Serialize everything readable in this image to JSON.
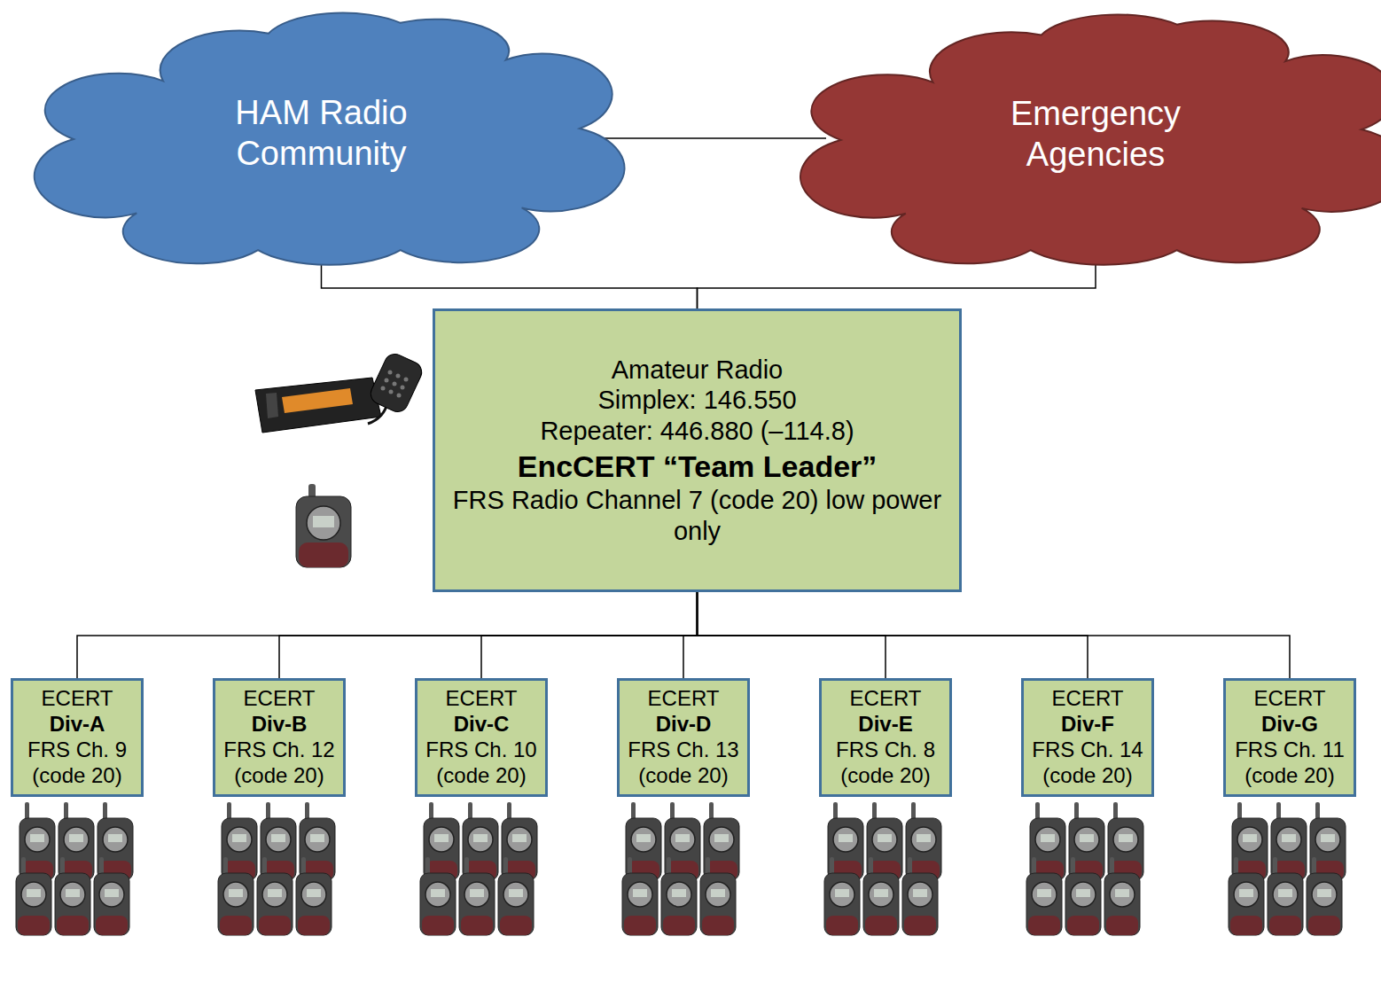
{
  "diagram": {
    "nodes": [
      {
        "text": [
          "HAM Radio Community"
        ]
      },
      {
        "text": [
          "Emergency Agencies"
        ]
      },
      {
        "text": [
          "Amateur Radio",
          "Simplex: 146.550",
          "Repeater: 446.880 (–114.8)",
          "EncCERT “Team Leader”",
          "FRS Radio Channel 7 (code 20) low power only"
        ]
      },
      {
        "text": [
          "ECERT",
          "Div-A",
          "FRS Ch. 9 (code 20)"
        ]
      },
      {
        "text": [
          "ECERT",
          "Div-B",
          "FRS Ch. 12 (code 20)"
        ]
      },
      {
        "text": [
          "ECERT",
          "Div-C",
          "FRS Ch. 10 (code 20)"
        ]
      },
      {
        "text": [
          "ECERT",
          "Div-D",
          "FRS Ch. 13 (code 20)"
        ]
      },
      {
        "text": [
          "ECERT",
          "Div-E",
          "FRS Ch. 8 (code 20)"
        ]
      },
      {
        "text": [
          "ECERT",
          "Div-F",
          "FRS Ch. 14 (code 20)"
        ]
      },
      {
        "text": [
          "ECERT",
          "Div-G",
          "FRS Ch. 11 (code 20)"
        ]
      }
    ],
    "edges": [
      {
        "from": 0,
        "to": 1,
        "arrow": "none"
      },
      {
        "from": 0,
        "to": 2,
        "arrow": "none"
      },
      {
        "from": 1,
        "to": 2,
        "arrow": "none"
      },
      {
        "from": 2,
        "to": 3,
        "arrow": "none"
      },
      {
        "from": 2,
        "to": 4,
        "arrow": "none"
      },
      {
        "from": 2,
        "to": 5,
        "arrow": "none"
      },
      {
        "from": 2,
        "to": 6,
        "arrow": "none"
      },
      {
        "from": 2,
        "to": 7,
        "arrow": "none"
      },
      {
        "from": 2,
        "to": 8,
        "arrow": "none"
      },
      {
        "from": 2,
        "to": 9,
        "arrow": "none"
      }
    ]
  }
}
